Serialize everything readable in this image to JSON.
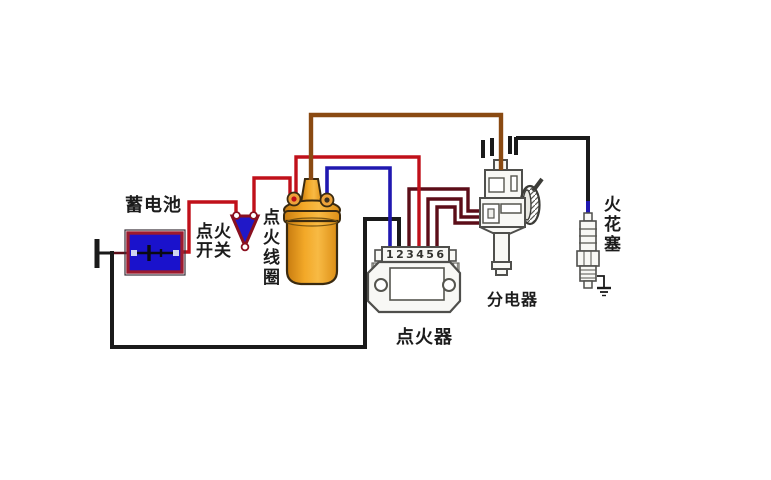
{
  "diagram_type": "automotive-ignition-system-wiring",
  "colors": {
    "wire_red": "#c0101a",
    "wire_dark_red": "#5c0d18",
    "wire_brown": "#8a4a12",
    "wire_blue": "#2018b0",
    "wire_black": "#1a1a1a",
    "battery_fill": "#1a12cc",
    "battery_border": "#9b1b2e",
    "switch_fill": "#2018c8",
    "switch_border": "#8a1020",
    "coil_fill": "#f0a52c"
  },
  "components": {
    "battery": {
      "label": "蓄电池"
    },
    "ignition_switch": {
      "label": "点火开关"
    },
    "ignition_coil": {
      "label": "点火线圈"
    },
    "igniter": {
      "label": "点火器",
      "pins": [
        "1",
        "2",
        "3",
        "4",
        "5",
        "6"
      ]
    },
    "distributor": {
      "label": "分电器"
    },
    "spark_plug": {
      "label": "火花塞"
    }
  },
  "connections": [
    {
      "from": "ground",
      "to": "battery",
      "color": "black"
    },
    {
      "from": "battery",
      "to": "ignition_switch",
      "color": "red"
    },
    {
      "from": "ignition_switch",
      "to": "ignition_coil_plus",
      "color": "red"
    },
    {
      "from": "ignition_coil_plus",
      "to": "igniter_pin_4",
      "color": "red"
    },
    {
      "from": "ignition_coil_minus",
      "to": "igniter_pin_1",
      "color": "blue"
    },
    {
      "from": "ground",
      "to": "igniter_pin_2",
      "color": "black"
    },
    {
      "from": "igniter_pin_3",
      "to": "distributor",
      "color": "dark_red"
    },
    {
      "from": "igniter_pin_5",
      "to": "distributor",
      "color": "dark_red"
    },
    {
      "from": "igniter_pin_6",
      "to": "distributor",
      "color": "dark_red"
    },
    {
      "from": "ignition_coil_ht_tower",
      "to": "distributor_cap_center",
      "color": "brown"
    },
    {
      "from": "distributor_cap",
      "to": "spark_plug",
      "color": "black"
    },
    {
      "from": "spark_plug",
      "to": "ground",
      "color": "black"
    }
  ]
}
